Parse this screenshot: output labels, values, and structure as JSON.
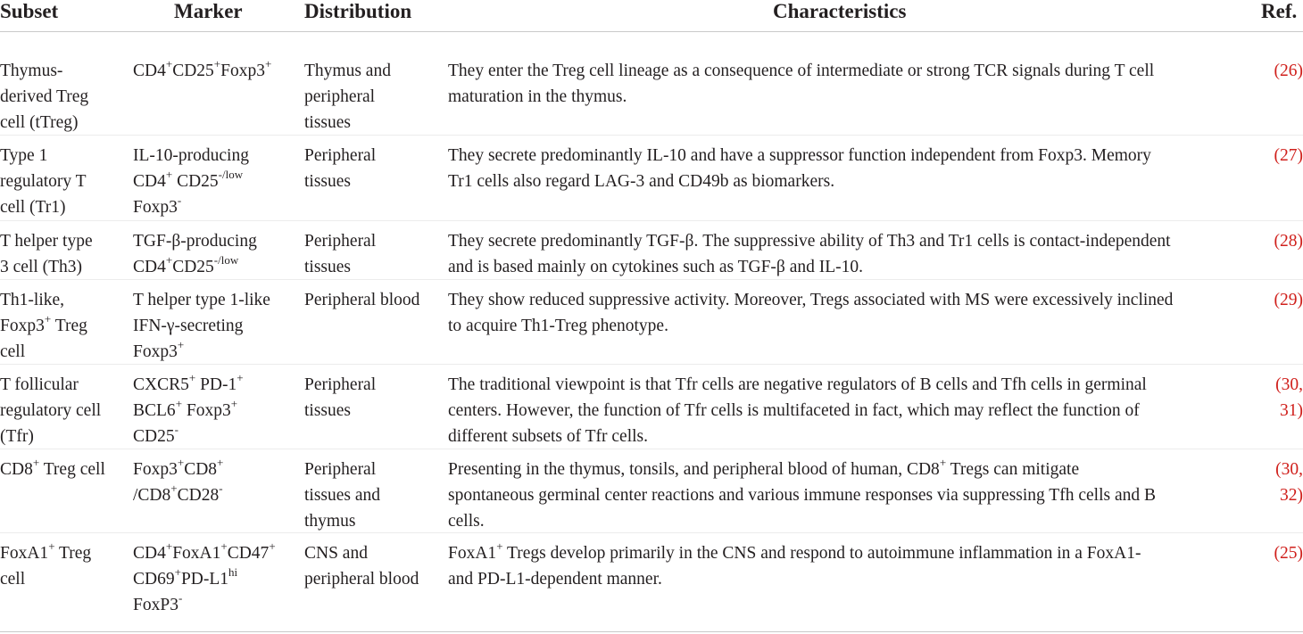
{
  "table": {
    "headers": {
      "subset": "Subset",
      "marker": "Marker",
      "distribution": "Distribution",
      "characteristics": "Characteristics",
      "ref": "Ref."
    },
    "rows": [
      {
        "subset": [
          "Thymus-",
          "derived Treg",
          "cell (tTreg)"
        ],
        "marker": [
          [
            [
              "CD4",
              ""
            ],
            [
              "+",
              ""
            ],
            [
              "CD25",
              ""
            ],
            [
              "+",
              "sup"
            ],
            [
              "Foxp3",
              ""
            ],
            [
              "+",
              "sup"
            ]
          ]
        ],
        "distribution": [
          "Thymus and",
          "peripheral",
          "tissues"
        ],
        "characteristics": [
          "They enter the Treg cell lineage as a consequence of intermediate or strong TCR signals during T cell",
          "maturation in the thymus."
        ],
        "ref": [
          "(26)"
        ]
      },
      {
        "subset": [
          "Type 1",
          "regulatory T",
          "cell (Tr1)"
        ],
        "marker": [
          [
            [
              "IL-10-producing",
              ""
            ]
          ],
          [
            [
              "CD4",
              ""
            ],
            [
              "+",
              "sup"
            ],
            [
              " CD25",
              ""
            ],
            [
              "-/low",
              "sup"
            ]
          ],
          [
            [
              "Foxp3",
              ""
            ],
            [
              "-",
              "sup"
            ]
          ]
        ],
        "distribution": [
          "Peripheral",
          "tissues"
        ],
        "characteristics": [
          "They secrete predominantly IL-10 and have a suppressor function independent from Foxp3. Memory",
          "Tr1 cells also regard LAG-3 and CD49b as biomarkers."
        ],
        "ref": [
          "(27)"
        ]
      },
      {
        "subset": [
          "T helper type",
          "3 cell (Th3)"
        ],
        "marker": [
          [
            [
              "TGF-β-producing",
              ""
            ]
          ],
          [
            [
              "CD4",
              ""
            ],
            [
              "+",
              "sup"
            ],
            [
              "CD25",
              ""
            ],
            [
              "-/low",
              "sup"
            ]
          ]
        ],
        "distribution": [
          "Peripheral",
          "tissues"
        ],
        "characteristics": [
          "They secrete predominantly TGF-β. The suppressive ability of Th3 and Tr1 cells is contact-independent",
          "and is based mainly on cytokines such as TGF-β and IL-10."
        ],
        "ref": [
          "(28)"
        ]
      },
      {
        "subset": [
          "Th1-like,",
          "Foxp3+ Treg",
          "cell"
        ],
        "marker": [
          [
            [
              "T helper type 1-like",
              ""
            ]
          ],
          [
            [
              "IFN-γ-secreting",
              ""
            ]
          ],
          [
            [
              "Foxp3",
              ""
            ],
            [
              "+",
              "sup"
            ]
          ]
        ],
        "distribution": [
          "Peripheral blood"
        ],
        "characteristics": [
          "They show reduced suppressive activity. Moreover, Tregs associated with MS were excessively inclined",
          "to acquire Th1-Treg phenotype."
        ],
        "ref": [
          "(29)"
        ]
      },
      {
        "subset": [
          "T follicular",
          "regulatory cell",
          "(Tfr)"
        ],
        "marker": [
          [
            [
              "CXCR5",
              ""
            ],
            [
              "+",
              "sup"
            ],
            [
              " PD-1",
              ""
            ],
            [
              "+",
              "sup"
            ]
          ],
          [
            [
              "BCL6",
              ""
            ],
            [
              "+",
              "sup"
            ],
            [
              " Foxp3",
              ""
            ],
            [
              "+",
              "sup"
            ]
          ],
          [
            [
              "CD25",
              ""
            ],
            [
              "-",
              "sup"
            ]
          ]
        ],
        "distribution": [
          "Peripheral",
          "tissues"
        ],
        "characteristics": [
          "The traditional viewpoint is that Tfr cells are negative regulators of B cells and Tfh cells in germinal",
          "centers. However, the function of Tfr cells is multifaceted in fact, which may reflect the function of",
          "different subsets of Tfr cells."
        ],
        "ref": [
          "(30,",
          "31)"
        ]
      },
      {
        "subset": [
          "CD8+ Treg cell"
        ],
        "marker": [
          [
            [
              "Foxp3",
              ""
            ],
            [
              "+",
              "sup"
            ],
            [
              "CD8",
              ""
            ],
            [
              "+",
              "sup"
            ]
          ],
          [
            [
              "/CD8",
              ""
            ],
            [
              "+",
              "sup"
            ],
            [
              "CD28",
              ""
            ],
            [
              "-",
              "sup"
            ]
          ]
        ],
        "distribution": [
          "Peripheral",
          "tissues and",
          "thymus"
        ],
        "characteristics": [
          "Presenting in the thymus, tonsils, and peripheral blood of human, CD8+ Tregs can mitigate",
          "spontaneous germinal center reactions and various immune responses via suppressing Tfh cells and B",
          "cells."
        ],
        "ref": [
          "(30,",
          "32)"
        ]
      },
      {
        "subset": [
          "FoxA1+ Treg",
          "cell"
        ],
        "marker": [
          [
            [
              "CD4",
              ""
            ],
            [
              "+",
              "sup"
            ],
            [
              "FoxA1",
              ""
            ],
            [
              "+",
              "sup"
            ],
            [
              "CD47",
              ""
            ],
            [
              "+",
              "sup"
            ]
          ],
          [
            [
              "CD69",
              ""
            ],
            [
              "+",
              "sup"
            ],
            [
              "PD-L1",
              ""
            ],
            [
              "hi",
              "sup"
            ]
          ],
          [
            [
              "FoxP3",
              ""
            ],
            [
              "-",
              "sup"
            ]
          ]
        ],
        "distribution": [
          "CNS and",
          "peripheral blood"
        ],
        "characteristics": [
          "FoxA1+ Tregs develop primarily in the CNS and respond to autoimmune inflammation in a FoxA1-",
          "and PD-L1-dependent manner."
        ],
        "ref": [
          "(25)"
        ]
      }
    ]
  }
}
